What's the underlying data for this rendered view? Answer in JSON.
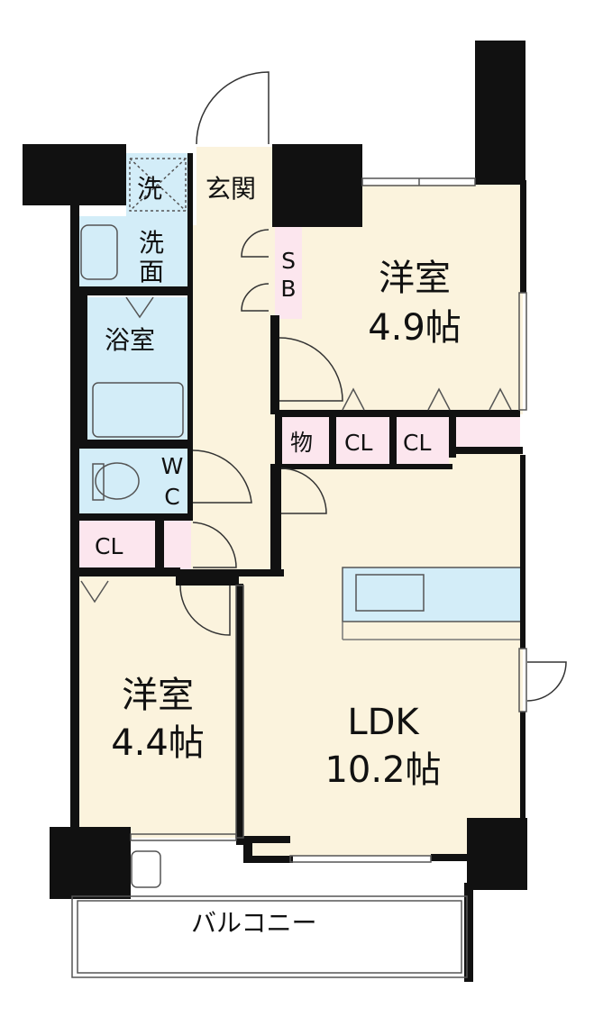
{
  "rooms": {
    "western_room_1": {
      "name": "洋室",
      "size": "4.9帖"
    },
    "western_room_2": {
      "name": "洋室",
      "size": "4.4帖"
    },
    "ldk": {
      "name": "LDK",
      "size": "10.2帖"
    },
    "entrance": "玄関",
    "washing": "洗",
    "washroom": [
      "洗",
      "面"
    ],
    "bathroom": "浴室",
    "toilet": [
      "W",
      "C"
    ],
    "shoe_box": [
      "S",
      "B"
    ],
    "storage": "物",
    "closets": [
      "CL",
      "CL",
      "CL"
    ],
    "balcony": "バルコニー"
  },
  "colors": {
    "room": "#fbf3dd",
    "wet_area": "#d3edf8",
    "storage": "#fce6ee",
    "wall": "#111111",
    "balcony": "#ffffff"
  }
}
